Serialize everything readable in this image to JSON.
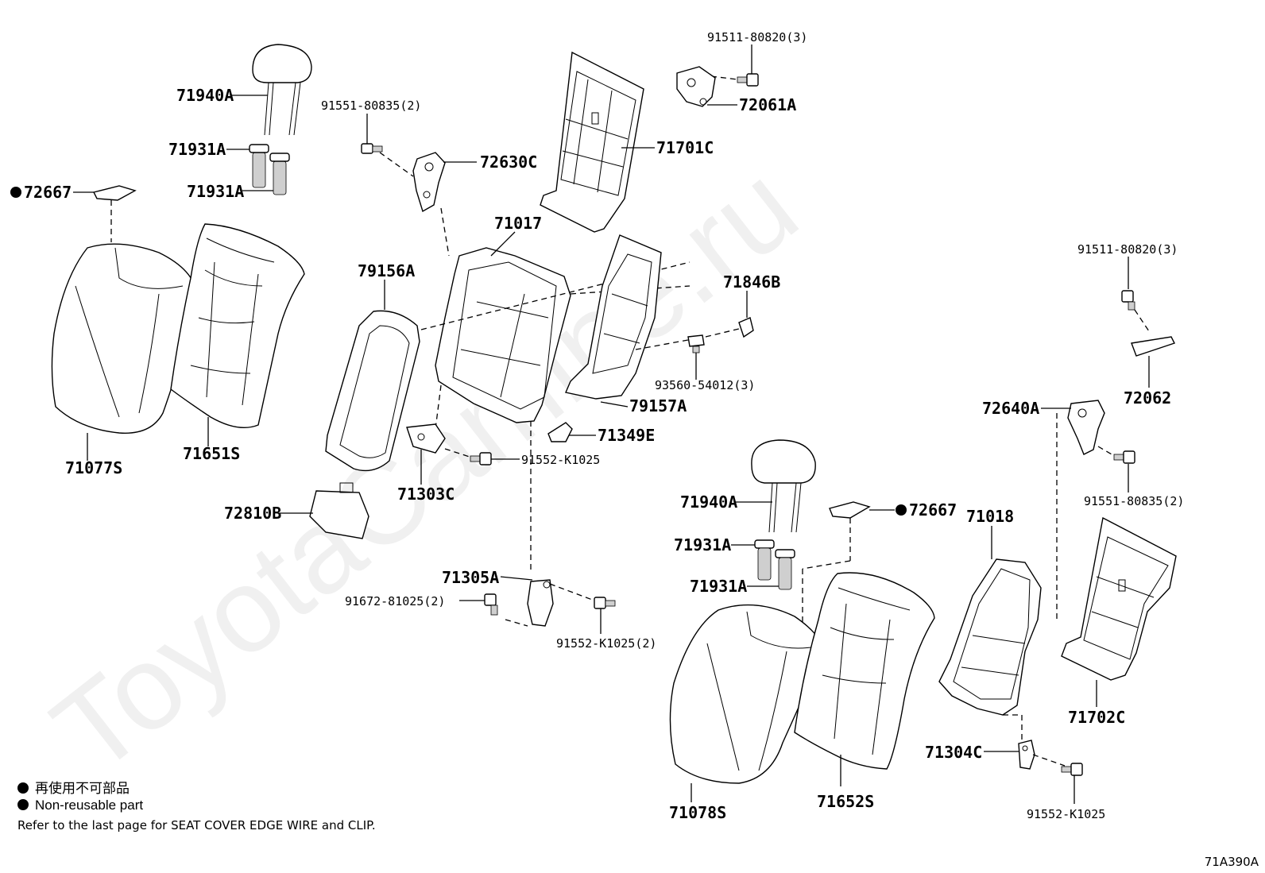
{
  "watermark": "ToyotaCamine.ru",
  "legend": {
    "jp": "再使用不可部品",
    "en": "Non-reusable part",
    "note": "Refer to the last page for SEAT COVER EDGE WIRE and CLIP."
  },
  "figure_code": "71A390A",
  "labels": {
    "l_71940A_a": "71940A",
    "l_71931A_a1": "71931A",
    "l_71931A_a2": "71931A",
    "l_72667_a": "72667",
    "l_71077S": "71077S",
    "l_71651S": "71651S",
    "l_91551_80835_a": "91551-80835(2)",
    "l_72630C": "72630C",
    "l_71017": "71017",
    "l_79156A": "79156A",
    "l_71303C": "71303C",
    "l_72810B": "72810B",
    "l_91552_K1025_a": "91552-K1025",
    "l_71349E": "71349E",
    "l_71305A": "71305A",
    "l_91672_81025": "91672-81025(2)",
    "l_91552_K1025_2": "91552-K1025(2)",
    "l_91511_80820_a": "91511-80820(3)",
    "l_72061A": "72061A",
    "l_71701C": "71701C",
    "l_71846B": "71846B",
    "l_93560_54012": "93560-54012(3)",
    "l_79157A": "79157A",
    "l_91511_80820_b": "91511-80820(3)",
    "l_72062": "72062",
    "l_72640A": "72640A",
    "l_91551_80835_b": "91551-80835(2)",
    "l_71940A_b": "71940A",
    "l_72667_b": "72667",
    "l_71931A_b1": "71931A",
    "l_71931A_b2": "71931A",
    "l_71018": "71018",
    "l_71702C": "71702C",
    "l_71304C": "71304C",
    "l_71078S": "71078S",
    "l_71652S": "71652S",
    "l_91552_K1025_b": "91552-K1025"
  }
}
